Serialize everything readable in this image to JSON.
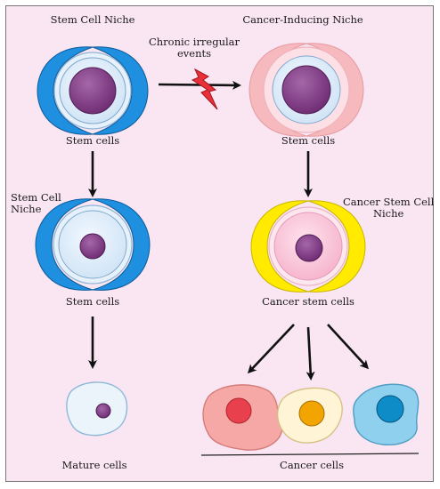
{
  "labels": {
    "stem_cell_niche_top": "Stem Cell Niche",
    "cancer_inducing_niche": "Cancer-Inducing  Niche",
    "chronic_events_line1": "Chronic irregular",
    "chronic_events_line2": "events",
    "stem_cells_top_left": "Stem cells",
    "stem_cells_top_right": "Stem cells",
    "stem_cell_niche_mid_line1": "Stem Cell",
    "stem_cell_niche_mid_line2": "Niche",
    "cancer_stem_cell_niche_line1": "Cancer Stem Cell",
    "cancer_stem_cell_niche_line2": "Niche",
    "stem_cells_mid_left": "Stem cells",
    "cancer_stem_cells": "Cancer stem cells",
    "mature_cells": "Mature cells",
    "cancer_cells": "Cancer cells"
  },
  "colors": {
    "background": "#f9e6f2",
    "niche_blue": "#1f8fe0",
    "niche_pink": "#f6b9bd",
    "niche_yellow": "#ffea00",
    "cell_membrane": "#dcecf8",
    "nucleus_purple": "#8a3f8e",
    "lightning": "#e8303a",
    "cancer_cell_red": "#e8404c",
    "cancer_cell_orange": "#f2a400",
    "cancer_cell_blue": "#0e8cc8"
  }
}
